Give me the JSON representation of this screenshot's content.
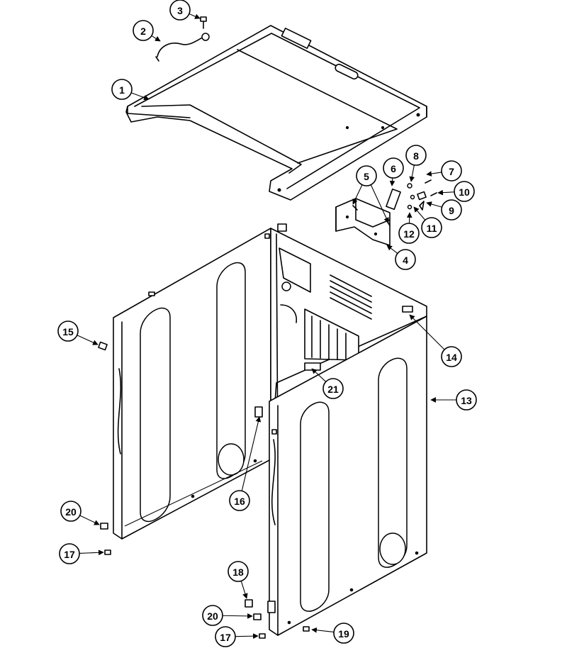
{
  "callouts": [
    {
      "label": "1"
    },
    {
      "label": "2"
    },
    {
      "label": "3"
    },
    {
      "label": "4"
    },
    {
      "label": "5"
    },
    {
      "label": "6"
    },
    {
      "label": "7"
    },
    {
      "label": "8"
    },
    {
      "label": "9"
    },
    {
      "label": "10"
    },
    {
      "label": "11"
    },
    {
      "label": "12"
    },
    {
      "label": "13"
    },
    {
      "label": "14"
    },
    {
      "label": "15"
    },
    {
      "label": "16"
    },
    {
      "label": "17"
    },
    {
      "label": "17"
    },
    {
      "label": "18"
    },
    {
      "label": "19"
    },
    {
      "label": "20"
    },
    {
      "label": "20"
    },
    {
      "label": "21"
    }
  ]
}
